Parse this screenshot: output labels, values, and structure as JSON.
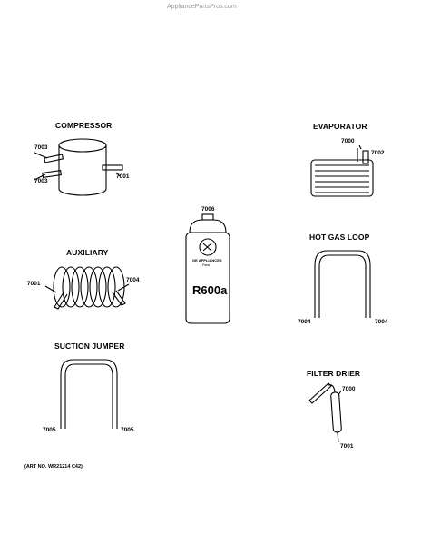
{
  "site": "AppliancePartsPros.com",
  "art_number": "(ART NO. WR21214 C42)",
  "parts": {
    "compressor": {
      "title": "COMPRESSOR",
      "callouts": [
        "7003",
        "7003",
        "7001"
      ]
    },
    "evaporator": {
      "title": "EVAPORATOR",
      "callouts": [
        "7000",
        "7002"
      ]
    },
    "refrigerant": {
      "callout": "7006",
      "brand_text": "GE APPLIANCES",
      "small_text": "Parts",
      "name": "R600a"
    },
    "auxiliary": {
      "title": "AUXILIARY",
      "callouts": [
        "7001",
        "7004"
      ]
    },
    "hot_gas_loop": {
      "title": "HOT GAS LOOP",
      "callouts": [
        "7004",
        "7004"
      ]
    },
    "suction_jumper": {
      "title": "SUCTION JUMPER",
      "callouts": [
        "7005",
        "7005"
      ]
    },
    "filter_drier": {
      "title": "FILTER DRIER",
      "callouts": [
        "7000",
        "7001"
      ]
    }
  }
}
